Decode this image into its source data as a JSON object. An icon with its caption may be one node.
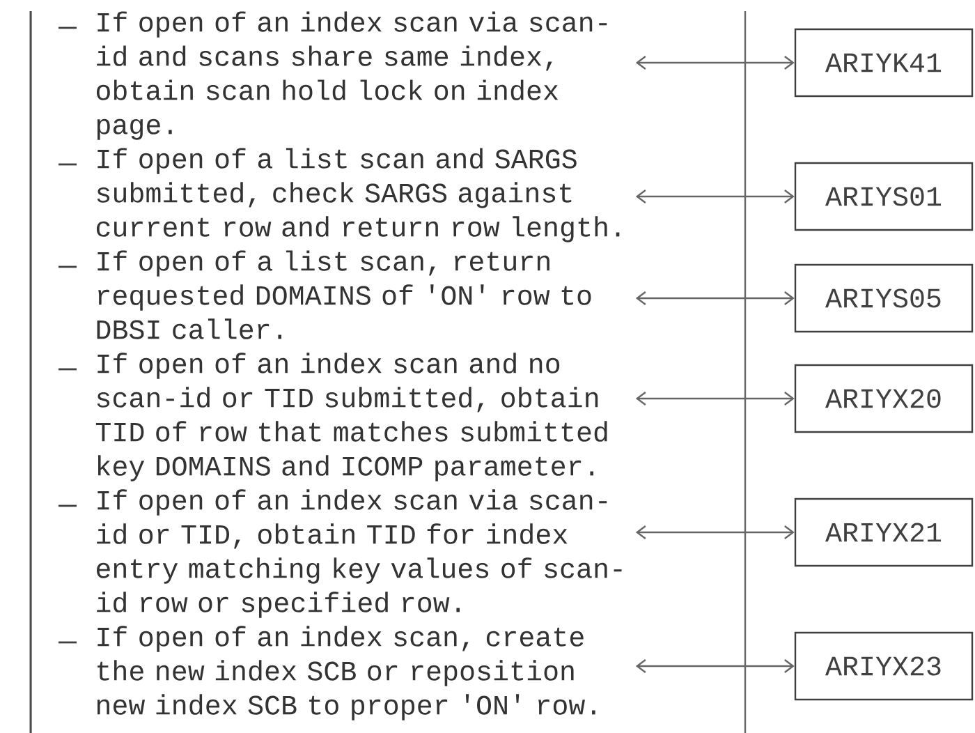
{
  "diagram": {
    "nodes": [
      {
        "text": [
          "If open of an index scan via scan-id and scans share same index, obtain scan hold lock on index page."
        ]
      },
      {
        "text": [
          "If open of a list scan and SARGS submitted, check SARGS against current row and return row length."
        ]
      },
      {
        "text": [
          "If open of a list scan, return requested DOMAINS of 'ON' row to DBSI caller."
        ]
      },
      {
        "text": [
          "If open of an index scan and no scan-id or TID submitted, obtain TID of row that matches submitted key DOMAINS and ICOMP parameter."
        ]
      },
      {
        "text": [
          "If open of an index scan via scan-id or TID, obtain TID for index entry matching key values of scan-id row or specified row."
        ]
      },
      {
        "text": [
          "If open of an index scan, create the new index SCB or reposition new index SCB to proper 'ON' row."
        ]
      },
      {
        "text": [
          "ARIYK41"
        ]
      },
      {
        "text": [
          "ARIYS01"
        ]
      },
      {
        "text": [
          "ARIYS05"
        ]
      },
      {
        "text": [
          "ARIYX20"
        ]
      },
      {
        "text": [
          "ARIYX21"
        ]
      },
      {
        "text": [
          "ARIYX23"
        ]
      }
    ],
    "edges": [
      {
        "from": 0,
        "to": 6,
        "arrow": "both"
      },
      {
        "from": 1,
        "to": 7,
        "arrow": "both"
      },
      {
        "from": 2,
        "to": 8,
        "arrow": "both"
      },
      {
        "from": 3,
        "to": 9,
        "arrow": "both"
      },
      {
        "from": 4,
        "to": 10,
        "arrow": "both"
      },
      {
        "from": 5,
        "to": 11,
        "arrow": "both"
      }
    ]
  }
}
